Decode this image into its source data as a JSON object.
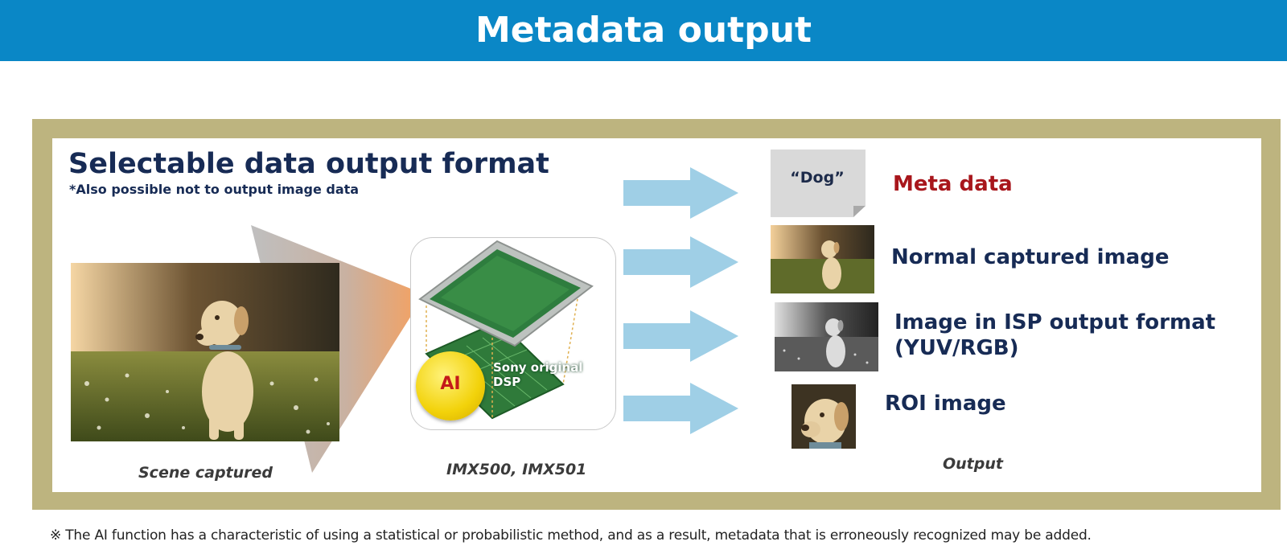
{
  "header": {
    "title": "Metadata output"
  },
  "panel": {
    "title": "Selectable data output format",
    "subtitle": "*Also possible not to output image data"
  },
  "scene": {
    "caption": "Scene captured"
  },
  "sensor": {
    "ai_label": "AI",
    "dsp_label_line1": "Sony original",
    "dsp_label_line2": "DSP",
    "caption": "IMX500, IMX501"
  },
  "outputs": {
    "meta_doc_text": "“Dog”",
    "items": [
      {
        "label": "Meta data"
      },
      {
        "label": "Normal captured image"
      },
      {
        "label_line1": "Image in ISP output format",
        "label_line2": "(YUV/RGB)"
      },
      {
        "label": "ROI image"
      }
    ],
    "caption": "Output"
  },
  "colors": {
    "header": "#0a87c6",
    "frame": "#bdb47f",
    "title_navy": "#172b55",
    "meta_red": "#a8161c",
    "arrow": "#9fcfe6",
    "ai_yellow": "#f2d20a"
  },
  "footnote": "※ The AI function has a characteristic of using a statistical or probabilistic method, and as a result, metadata that is erroneously recognized may be added."
}
